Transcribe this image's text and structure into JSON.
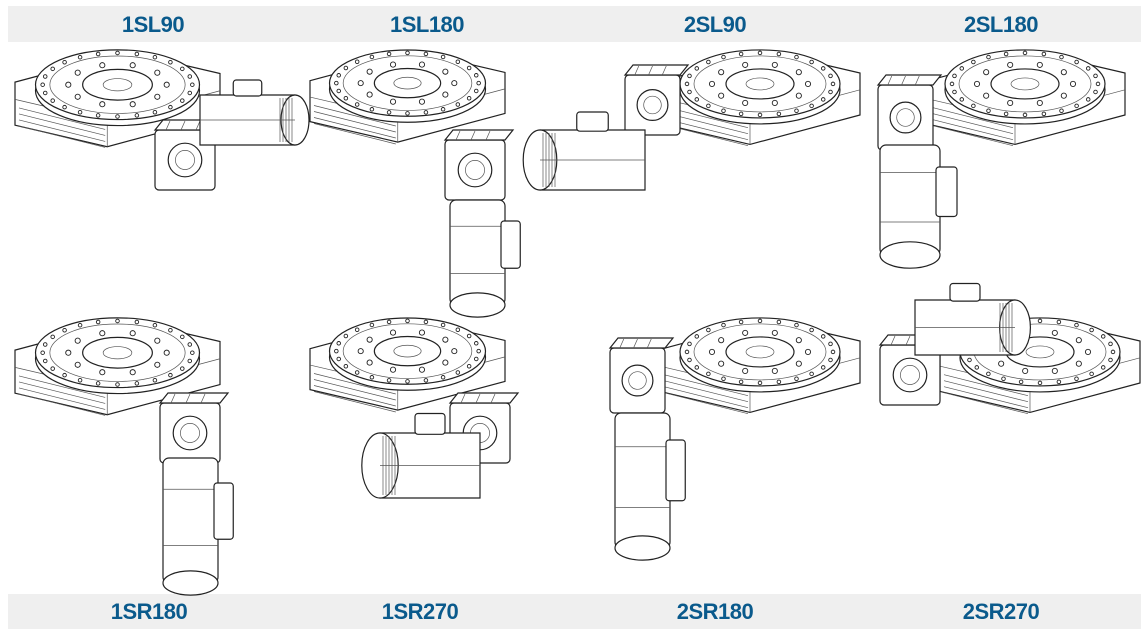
{
  "top_labels": [
    "1SL90",
    "1SL180",
    "2SL90",
    "2SL180"
  ],
  "bottom_labels": [
    "1SR180",
    "1SR270",
    "2SR180",
    "2SR270"
  ],
  "colors": {
    "label": "#0a5a8c",
    "band": "#efefef",
    "line": "#222222"
  }
}
